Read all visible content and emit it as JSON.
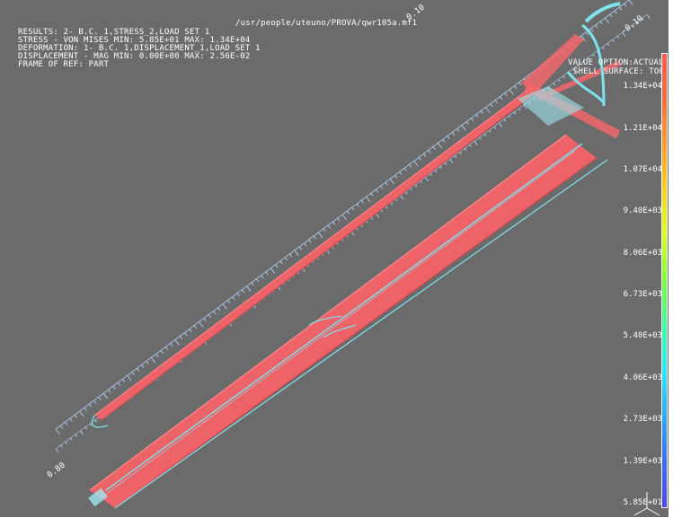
{
  "header": {
    "file_path": "/usr/people/uteuno/PROVA/qwr105a.mf1"
  },
  "info": {
    "lines": [
      "RESULTS: 2- B.C. 1,STRESS_2,LOAD SET 1",
      "STRESS - VON MISES MIN: 5.85E+01 MAX: 1.34E+04",
      "DEFORMATION: 1- B.C. 1,DISPLACEMENT_1,LOAD SET 1",
      "DISPLACEMENT - MAG MIN: 0.00E+00 MAX: 2.56E-02",
      "FRAME OF REF: PART"
    ]
  },
  "legend": {
    "value_option": "VALUE OPTION:ACTUAL",
    "shell_surface": "SHELL SURFACE: TOP",
    "labels": [
      "1.34E+04",
      "1.21E+04",
      "1.07E+04",
      "9.40E+03",
      "8.06E+03",
      "6.73E+03",
      "5.40E+03",
      "4.06E+03",
      "2.73E+03",
      "1.39E+03",
      "5.85E+01"
    ],
    "colors": [
      "#ff5a4a",
      "#ff6a3a",
      "#ff9a2a",
      "#ffd21a",
      "#d8ff20",
      "#7cff3a",
      "#3affa0",
      "#2ae8ff",
      "#2aa8ff",
      "#3a6cff",
      "#4a48e8"
    ]
  },
  "scale_labels": {
    "top_right": "0.10",
    "top_right2": "-0.10",
    "bottom_left": "0.80"
  },
  "colors": {
    "background": "#6b6b6b",
    "part_fill": "#f2676b",
    "edge": "#7fe3ee",
    "ruler": "#b8d7ff"
  }
}
